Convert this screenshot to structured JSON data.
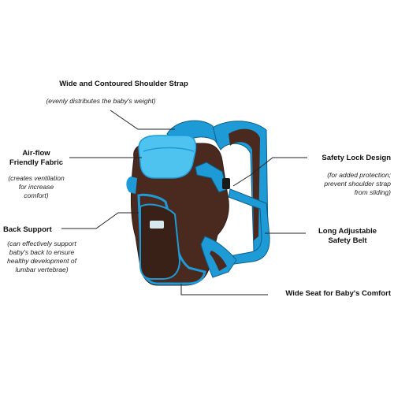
{
  "labels": {
    "shoulder_strap": "Wide and Contoured Shoulder Strap",
    "airflow_line1": "Air-flow",
    "airflow_line2": "Friendly Fabric",
    "back_support": "Back Support",
    "safety_lock": "Safety Lock Design",
    "belt_line1": "Long Adjustable",
    "belt_line2": "Safety Belt",
    "seat": "Wide Seat for Baby's Comfort"
  },
  "notes": {
    "shoulder_strap": "(evenly distributes the baby's weight)",
    "airflow_line1": "(creates ventilation",
    "airflow_line2": "for increase",
    "airflow_line3": "comfort)",
    "back_line1": "(can effectively support",
    "back_line2": "baby's back to ensure",
    "back_line3": "healthy development of",
    "back_line4": "lumbar vertebrae)",
    "safety_line1": "(for added protection;",
    "safety_line2": "prevent shoulder strap",
    "safety_line3": "from sliding)"
  },
  "colors": {
    "brown": "#4a2a1f",
    "brown_dark": "#2e1a13",
    "blue": "#1e9ad6",
    "blue_light": "#4fc3f0",
    "leader": "#222222"
  }
}
